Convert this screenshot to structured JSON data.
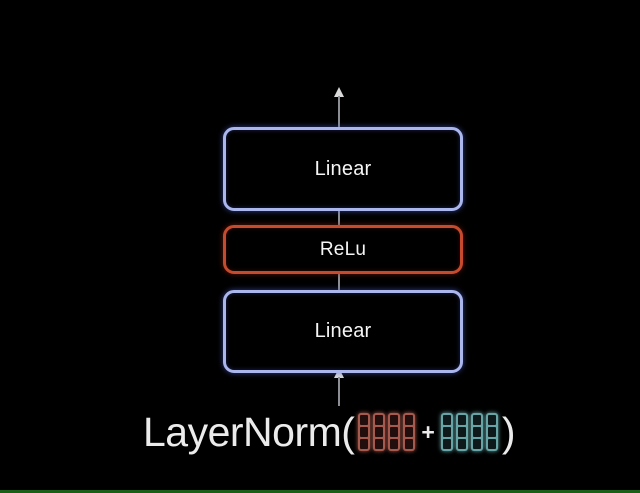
{
  "app": {
    "background": "#000000"
  },
  "diagram": {
    "boxes": [
      {
        "label": "Linear",
        "border_color": "#aab6ec",
        "glow_color": "#4a5ecb"
      },
      {
        "label": "ReLu",
        "border_color": "#c64b2e",
        "glow_color": "#8c2410"
      },
      {
        "label": "Linear",
        "border_color": "#aab6ec",
        "glow_color": "#4a5ecb"
      }
    ],
    "connector_color": "#8b8f95",
    "arrowhead_color": "#d9d9d9"
  },
  "formula": {
    "prefix": "LayerNorm(",
    "operator": "+",
    "suffix": ")",
    "text_color": "#ebebeb",
    "vector_groups": [
      {
        "name": "red-vectors",
        "count": 4,
        "cells": 3,
        "line_color": "#a65a4e",
        "fill_color": "#220e0c"
      },
      {
        "name": "teal-vectors",
        "count": 4,
        "cells": 3,
        "line_color": "#67a4a6",
        "fill_color": "#0d191b"
      }
    ]
  },
  "footer": {
    "progress_bar_color": "#1a5e17"
  }
}
